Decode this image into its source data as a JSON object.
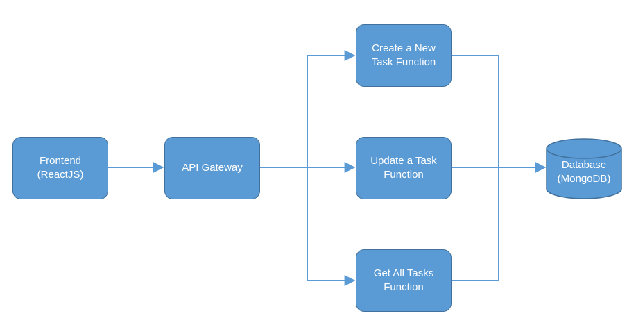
{
  "nodes": {
    "frontend": {
      "line1": "Frontend",
      "line2": "(ReactJS)"
    },
    "gateway": {
      "line1": "API Gateway"
    },
    "create": {
      "line1": "Create a New",
      "line2": "Task Function"
    },
    "update": {
      "line1": "Update a Task",
      "line2": "Function"
    },
    "getall": {
      "line1": "Get All Tasks",
      "line2": "Function"
    },
    "database": {
      "line1": "Database",
      "line2": "(MongoDB)"
    }
  },
  "colors": {
    "node_fill": "#5b9bd5",
    "node_border": "#41719c",
    "edge": "#5b9bd5",
    "text": "#ffffff"
  }
}
